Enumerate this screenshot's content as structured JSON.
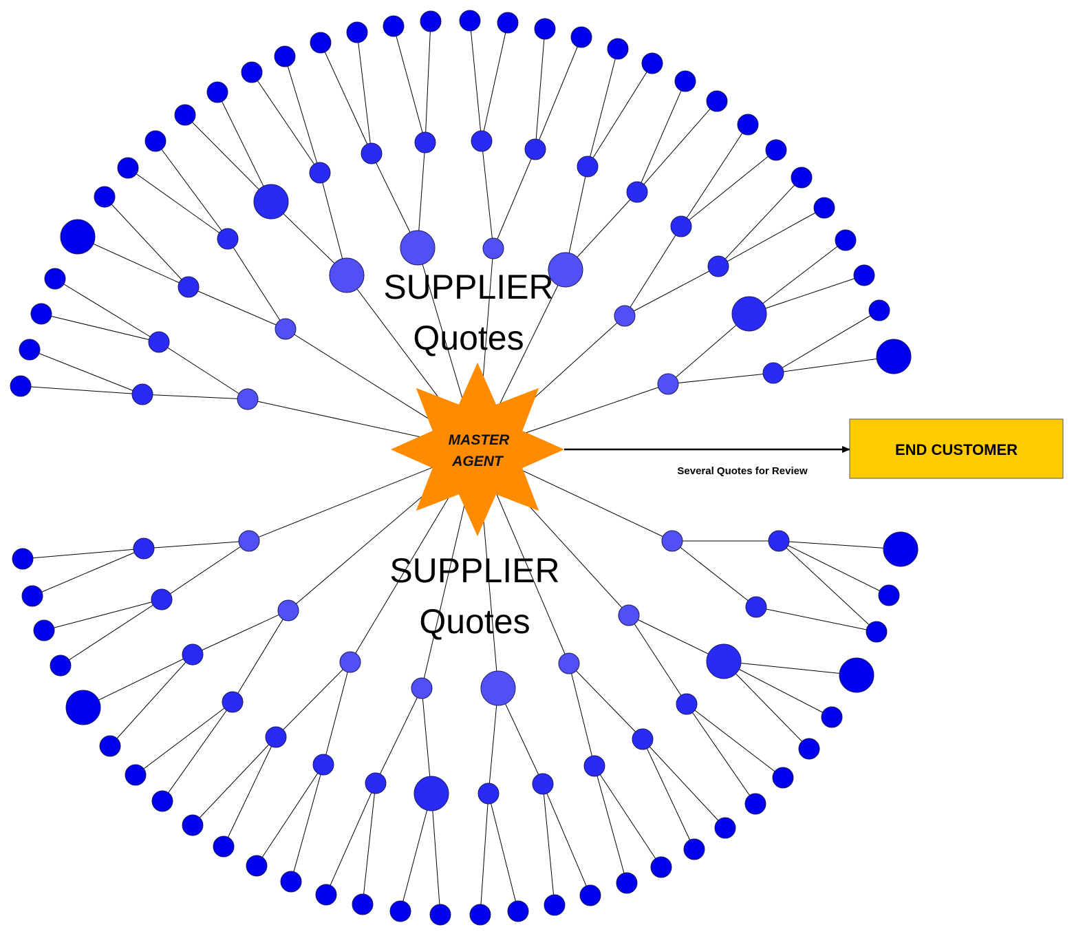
{
  "labels": {
    "upper_supplier": "SUPPLIER",
    "upper_quotes": "Quotes",
    "lower_supplier": "SUPPLIER",
    "lower_quotes": "Quotes",
    "master_line1": "MASTER",
    "master_line2": "AGENT",
    "arrow_caption": "Several Quotes for Review",
    "end_customer": "END CUSTOMER"
  },
  "colors": {
    "leaf_node": "#0000ee",
    "hub_node": "#2a2af5",
    "light_node": "#5050f5",
    "master_agent": "#ff8c00",
    "end_customer_box": "#ffcc00",
    "lines": "#000000"
  },
  "icons": {
    "master_agent": "star-burst-icon",
    "supplier_node": "circle-icon"
  }
}
